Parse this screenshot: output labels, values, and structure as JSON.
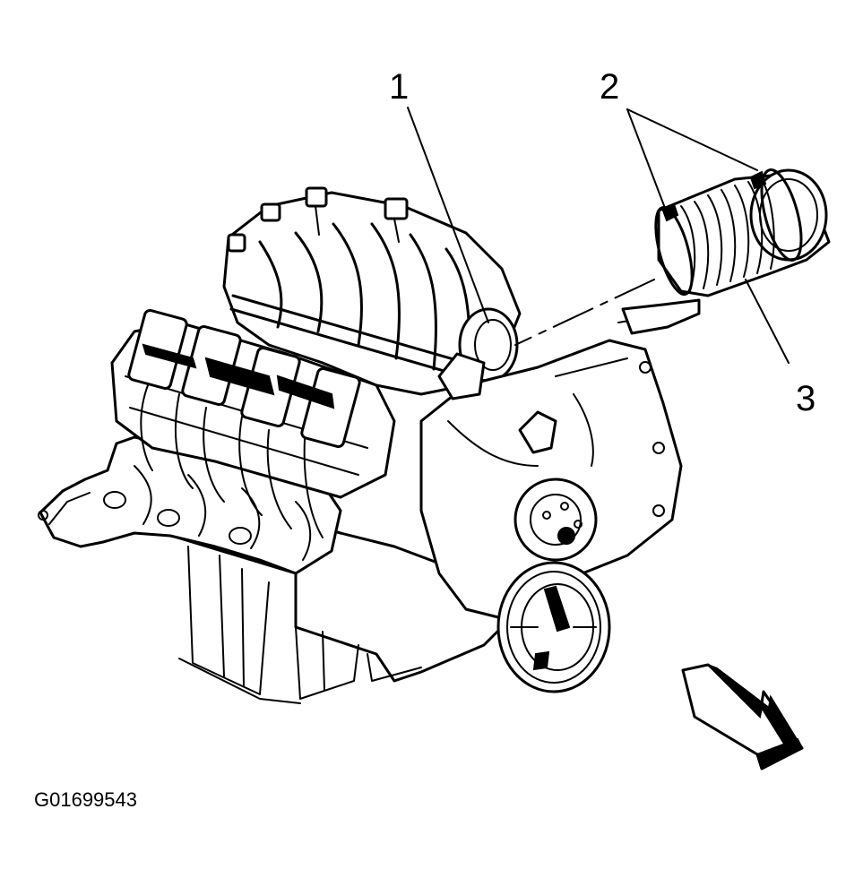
{
  "callouts": [
    {
      "id": "1",
      "label": "1"
    },
    {
      "id": "2",
      "label": "2"
    },
    {
      "id": "3",
      "label": "3"
    }
  ],
  "figure_id": "G01699543"
}
